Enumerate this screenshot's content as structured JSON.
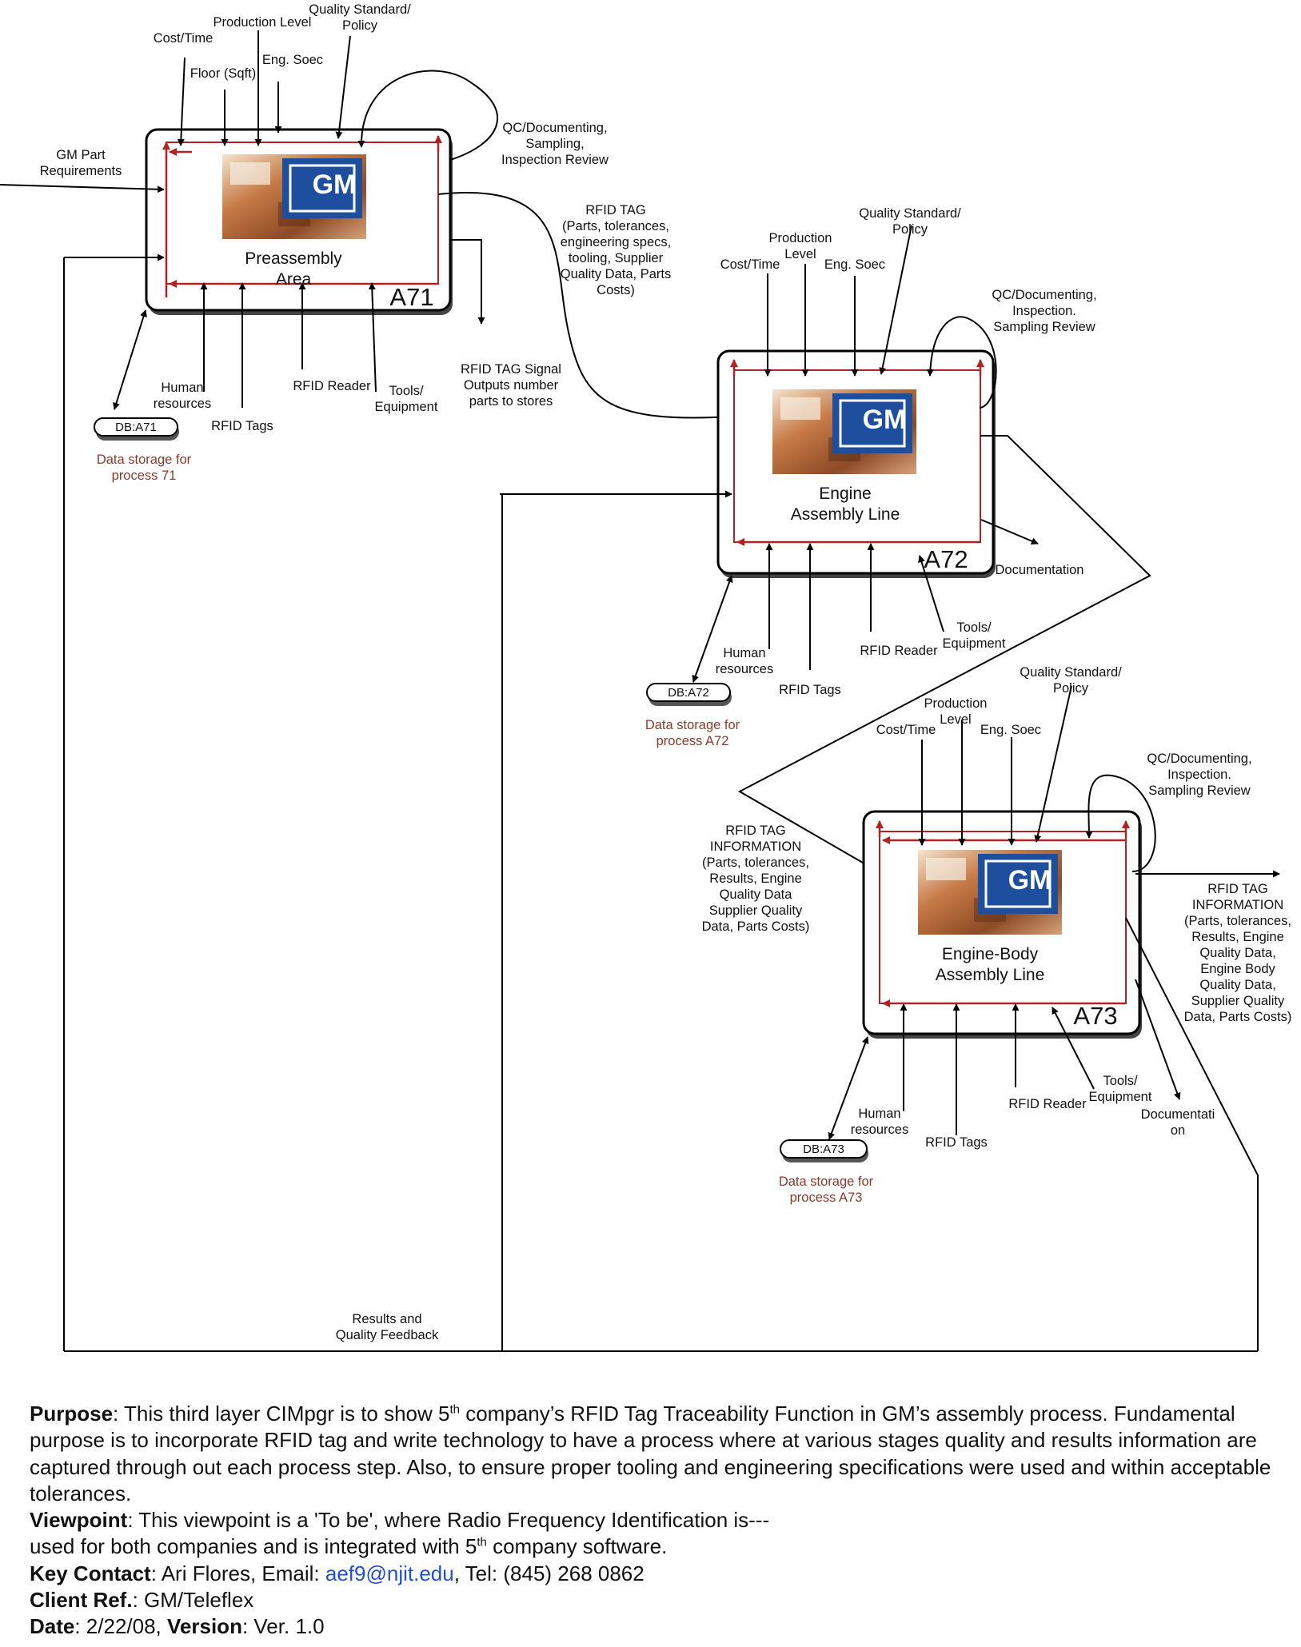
{
  "boxes": [
    {
      "id": "A71",
      "title_lines": [
        "Preassembly",
        "Area"
      ],
      "logo": "GM"
    },
    {
      "id": "A72",
      "title_lines": [
        "Engine",
        "Assembly Line"
      ],
      "logo": "GM"
    },
    {
      "id": "A73",
      "title_lines": [
        "Engine-Body",
        "Assembly Line"
      ],
      "logo": "GM"
    }
  ],
  "a71": {
    "cost_time": "Cost/Time",
    "production_level": "Production Level",
    "quality_standard": [
      "Quality Standard/",
      "Policy"
    ],
    "floor": "Floor (Sqft)",
    "eng_spec": "Eng. Soec",
    "qc": [
      "QC/Documenting,",
      "Sampling,",
      "Inspection Review"
    ],
    "gm_part": [
      "GM  Part",
      "Requirements"
    ],
    "rfid_tag": [
      "RFID TAG",
      "(Parts, tolerances,",
      "engineering specs,",
      "tooling, Supplier",
      "Quality Data, Parts",
      "Costs)"
    ],
    "rfid_signal": [
      "RFID TAG Signal",
      "Outputs number",
      "parts to stores"
    ],
    "human": [
      "Human",
      "resources"
    ],
    "rfid_tags": "RFID Tags",
    "rfid_reader": "RFID Reader",
    "tools": [
      "Tools/",
      "Equipment"
    ],
    "db": "DB:A71",
    "db_caption": [
      "Data storage for",
      "process 71"
    ]
  },
  "a72": {
    "cost_time": "Cost/Time",
    "production_level": [
      "Production",
      "Level"
    ],
    "eng_spec": "Eng. Soec",
    "quality_standard": [
      "Quality Standard/",
      "Policy"
    ],
    "qc": [
      "QC/Documenting,",
      "Inspection.",
      "Sampling  Review"
    ],
    "documentation": "Documentation",
    "tools": [
      "Tools/",
      "Equipment"
    ],
    "rfid_reader": "RFID Reader",
    "human": [
      "Human",
      "resources"
    ],
    "rfid_tags": "RFID Tags",
    "db": "DB:A72",
    "db_caption": [
      "Data storage for",
      "process A72"
    ]
  },
  "a73": {
    "cost_time": "Cost/Time",
    "production_level": [
      "Production",
      "Level"
    ],
    "eng_spec": "Eng. Soec",
    "quality_standard": [
      "Quality Standard/",
      "Policy"
    ],
    "qc": [
      "QC/Documenting,",
      "Inspection.",
      "Sampling  Review"
    ],
    "rfid_in": [
      "RFID TAG",
      "INFORMATION",
      "(Parts, tolerances,",
      "Results, Engine",
      "Quality Data",
      "Supplier Quality",
      "Data, Parts Costs)"
    ],
    "rfid_out": [
      "RFID TAG",
      "INFORMATION",
      "(Parts, tolerances,",
      "Results, Engine",
      "Quality Data,",
      "Engine Body",
      "Quality Data,",
      "Supplier Quality",
      "Data, Parts Costs)"
    ],
    "tools": [
      "Tools/",
      "Equipment"
    ],
    "documentation": [
      "Documentati",
      "on"
    ],
    "rfid_reader": "RFID Reader",
    "human": [
      "Human",
      "resources"
    ],
    "rfid_tags": "RFID Tags",
    "db": "DB:A73",
    "db_caption": [
      "Data storage for",
      "process A73"
    ]
  },
  "feedback": [
    "Results and",
    "Quality Feedback"
  ],
  "notes": {
    "purpose_label": "Purpose",
    "purpose_a": ": This third layer CIMpgr is to show 5",
    "purpose_sup": "th",
    "purpose_b": " company’s RFID Tag Traceability Function in GM’s assembly process. Fundamental purpose is to incorporate RFID tag and write technology to have a process where at various stages quality and results information are captured through out each process step. Also, to ensure proper tooling and engineering specifications were used and within acceptable tolerances.",
    "viewpoint_label": "Viewpoint",
    "viewpoint_a": ": This viewpoint is a 'To be', where Radio Frequency Identification is---",
    "viewpoint_b": "used for both companies and is integrated with 5",
    "viewpoint_sup": "th",
    "viewpoint_c": " company software.",
    "contact_label": "Key Contact",
    "contact_a": ": Ari Flores, Email: ",
    "contact_email": "aef9@njit.edu",
    "contact_b": ", Tel: (845) 268 0862",
    "client_label": "Client Ref.",
    "client_value": ": GM/Teleflex",
    "date_label": "Date",
    "date_value": ": 2/22/08, ",
    "version_label": "Version",
    "version_value": ": Ver. 1.0"
  },
  "colors": {
    "red_frame": "#b22222",
    "gm_blue": "#1d4f9e",
    "link": "#1f4fd6",
    "caption": "#8b3a2a"
  }
}
